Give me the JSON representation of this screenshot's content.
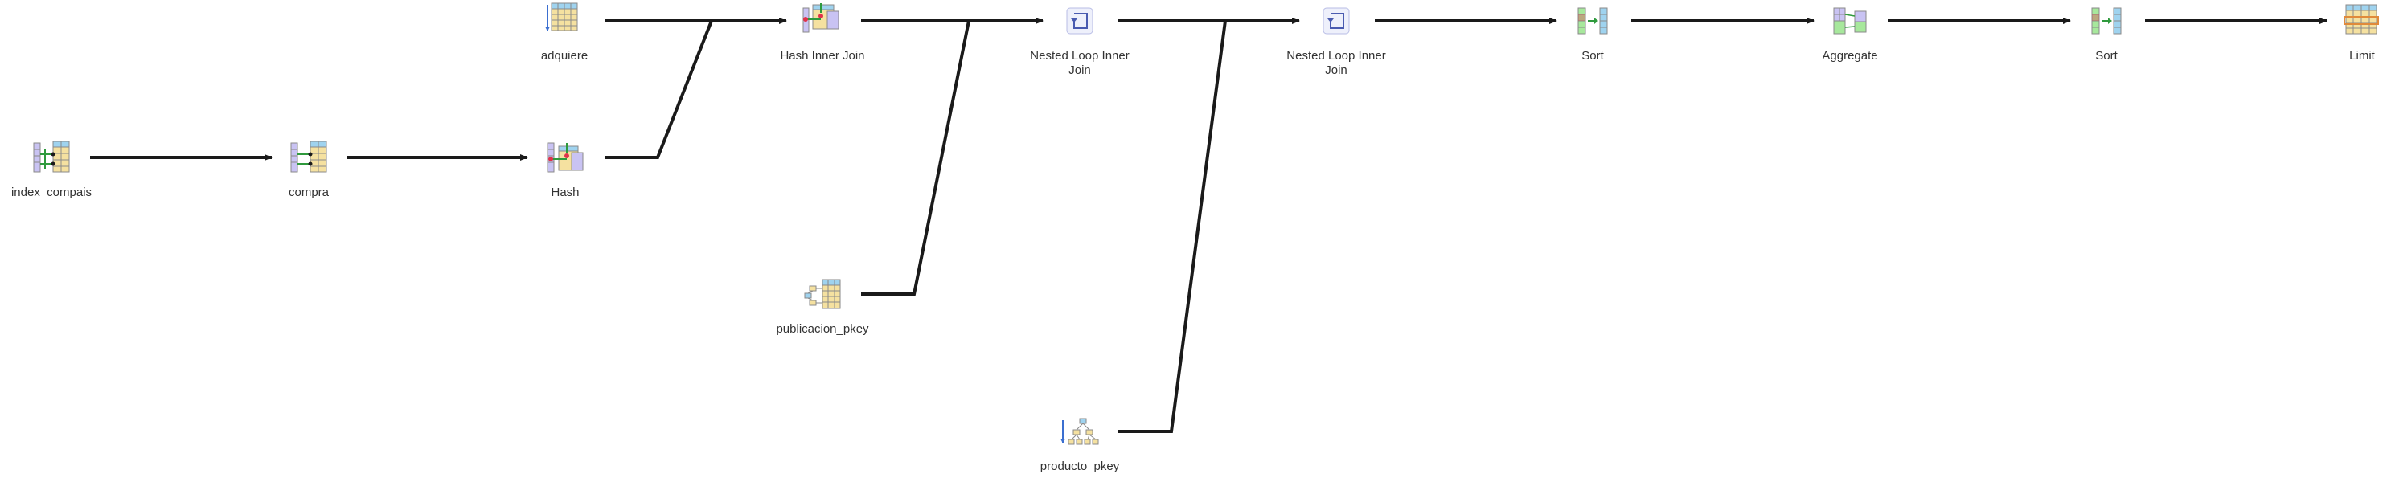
{
  "diagram": {
    "nodes": [
      {
        "id": "adquiere",
        "label_lines": [
          "adquiere"
        ],
        "icon": "seq-scan-icon"
      },
      {
        "id": "hash-inner-join",
        "label_lines": [
          "Hash Inner Join"
        ],
        "icon": "hash-join-icon"
      },
      {
        "id": "nested-loop-1",
        "label_lines": [
          "Nested Loop Inner",
          "Join"
        ],
        "icon": "nested-loop-icon"
      },
      {
        "id": "nested-loop-2",
        "label_lines": [
          "Nested Loop Inner",
          "Join"
        ],
        "icon": "nested-loop-icon"
      },
      {
        "id": "sort-1",
        "label_lines": [
          "Sort"
        ],
        "icon": "sort-icon"
      },
      {
        "id": "aggregate",
        "label_lines": [
          "Aggregate"
        ],
        "icon": "aggregate-icon"
      },
      {
        "id": "sort-2",
        "label_lines": [
          "Sort"
        ],
        "icon": "sort-icon"
      },
      {
        "id": "limit",
        "label_lines": [
          "Limit"
        ],
        "icon": "limit-icon"
      },
      {
        "id": "index-compais",
        "label_lines": [
          "index_compais"
        ],
        "icon": "bitmap-index-icon"
      },
      {
        "id": "compra",
        "label_lines": [
          "compra"
        ],
        "icon": "bitmap-heap-icon"
      },
      {
        "id": "hash",
        "label_lines": [
          "Hash"
        ],
        "icon": "hash-icon"
      },
      {
        "id": "publicacion-pkey",
        "label_lines": [
          "publicacion_pkey"
        ],
        "icon": "index-scan-icon"
      },
      {
        "id": "producto-pkey",
        "label_lines": [
          "producto_pkey"
        ],
        "icon": "index-scan-icon"
      }
    ],
    "edges": [
      {
        "from": "index-compais",
        "to": "compra"
      },
      {
        "from": "compra",
        "to": "hash"
      },
      {
        "from": "adquiere",
        "to": "hash-inner-join"
      },
      {
        "from": "hash",
        "to": "hash-inner-join"
      },
      {
        "from": "hash-inner-join",
        "to": "nested-loop-1"
      },
      {
        "from": "publicacion-pkey",
        "to": "nested-loop-1"
      },
      {
        "from": "nested-loop-1",
        "to": "nested-loop-2"
      },
      {
        "from": "producto-pkey",
        "to": "nested-loop-2"
      },
      {
        "from": "nested-loop-2",
        "to": "sort-1"
      },
      {
        "from": "sort-1",
        "to": "aggregate"
      },
      {
        "from": "aggregate",
        "to": "sort-2"
      },
      {
        "from": "sort-2",
        "to": "limit"
      }
    ]
  },
  "colors": {
    "edge": "#1a1a1a",
    "label": "#333333",
    "table_cell": "#f5e1a0",
    "table_header": "#9fd3ef",
    "index_column": "#c9c3f3",
    "group_green": "#a7e89c",
    "accent_red": "#e0324b",
    "accent_green": "#2f9a3d",
    "loop_icon": "#4a5bb0"
  }
}
